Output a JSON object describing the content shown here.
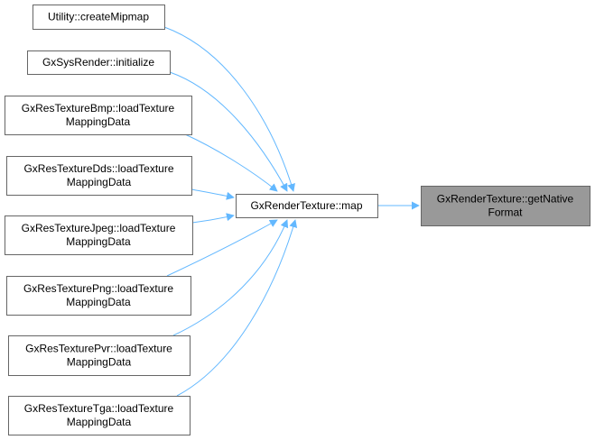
{
  "diagram": {
    "type": "call-graph",
    "edge_color": "#63b8ff",
    "node_border_color": "#666666",
    "node_fill": "#ffffff",
    "highlight_fill": "#999999",
    "nodes": [
      {
        "id": "createMipmap",
        "lines": [
          "Utility::createMipmap"
        ]
      },
      {
        "id": "sysRenderInit",
        "lines": [
          "GxSysRender::initialize"
        ]
      },
      {
        "id": "bmp",
        "lines": [
          "GxResTextureBmp::loadTexture",
          "MappingData"
        ]
      },
      {
        "id": "dds",
        "lines": [
          "GxResTextureDds::loadTexture",
          "MappingData"
        ]
      },
      {
        "id": "jpeg",
        "lines": [
          "GxResTextureJpeg::loadTexture",
          "MappingData"
        ]
      },
      {
        "id": "png",
        "lines": [
          "GxResTexturePng::loadTexture",
          "MappingData"
        ]
      },
      {
        "id": "pvr",
        "lines": [
          "GxResTexturePvr::loadTexture",
          "MappingData"
        ]
      },
      {
        "id": "tga",
        "lines": [
          "GxResTextureTga::loadTexture",
          "MappingData"
        ]
      },
      {
        "id": "map",
        "lines": [
          "GxRenderTexture::map"
        ]
      },
      {
        "id": "getNativeFormat",
        "lines": [
          "GxRenderTexture::getNative",
          "Format"
        ],
        "highlighted": true
      }
    ],
    "edges": [
      {
        "from": "createMipmap",
        "to": "map"
      },
      {
        "from": "sysRenderInit",
        "to": "map"
      },
      {
        "from": "bmp",
        "to": "map"
      },
      {
        "from": "dds",
        "to": "map"
      },
      {
        "from": "jpeg",
        "to": "map"
      },
      {
        "from": "png",
        "to": "map"
      },
      {
        "from": "pvr",
        "to": "map"
      },
      {
        "from": "tga",
        "to": "map"
      },
      {
        "from": "map",
        "to": "getNativeFormat"
      }
    ]
  }
}
